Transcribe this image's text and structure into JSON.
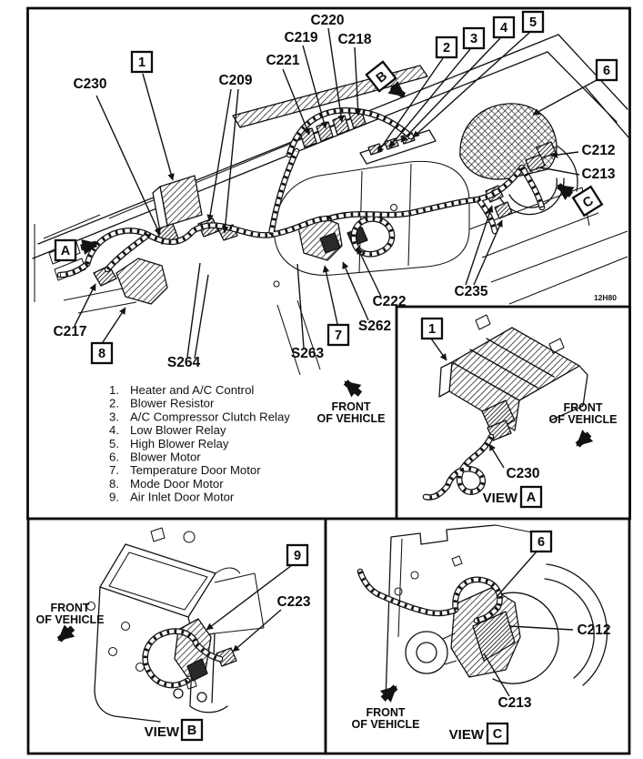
{
  "figure_code": "12H80",
  "colors": {
    "ink": "#121212",
    "paper": "#ffffff"
  },
  "strings": {
    "view": "VIEW",
    "front_line1": "FRONT",
    "front_line2": "OF VEHICLE"
  },
  "view_letters": {
    "a": "A",
    "b": "B",
    "c": "C"
  },
  "callouts": {
    "n1": "1",
    "n2": "2",
    "n3": "3",
    "n4": "4",
    "n5": "5",
    "n6": "6",
    "n7": "7",
    "n8": "8",
    "n9": "9"
  },
  "connectors": {
    "c209": "C209",
    "c212": "C212",
    "c213": "C213",
    "c217": "C217",
    "c218": "C218",
    "c219": "C219",
    "c220": "C220",
    "c221": "C221",
    "c222": "C222",
    "c223": "C223",
    "c230": "C230",
    "c235": "C235"
  },
  "splices": {
    "s262": "S262",
    "s263": "S263",
    "s264": "S264"
  },
  "legend": {
    "items": [
      {
        "num": "1.",
        "label": "Heater and A/C Control"
      },
      {
        "num": "2.",
        "label": "Blower Resistor"
      },
      {
        "num": "3.",
        "label": "A/C Compressor Clutch Relay"
      },
      {
        "num": "4.",
        "label": "Low Blower Relay"
      },
      {
        "num": "5.",
        "label": "High Blower Relay"
      },
      {
        "num": "6.",
        "label": "Blower Motor"
      },
      {
        "num": "7.",
        "label": "Temperature Door Motor"
      },
      {
        "num": "8.",
        "label": "Mode Door Motor"
      },
      {
        "num": "9.",
        "label": "Air Inlet Door Motor"
      }
    ]
  }
}
